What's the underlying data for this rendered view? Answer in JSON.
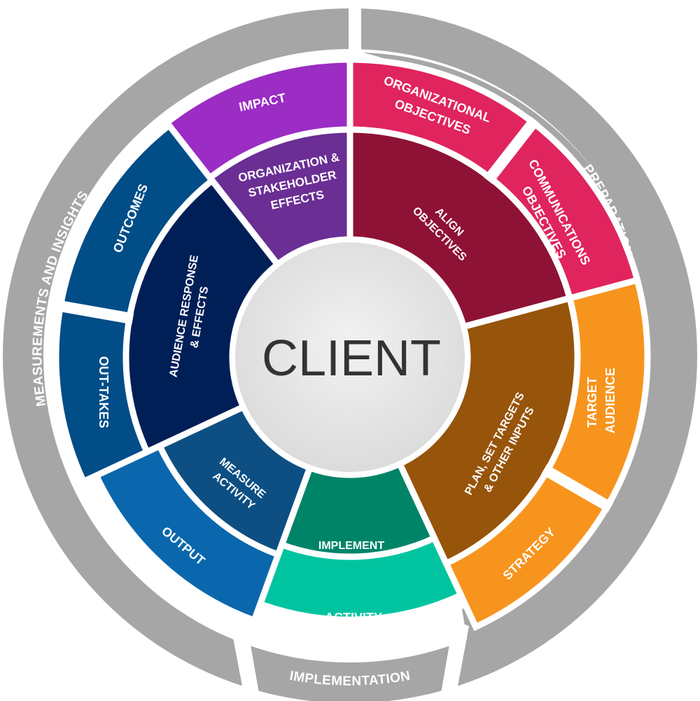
{
  "center": {
    "label": "CLIENT"
  },
  "phases": [
    {
      "id": "preparation",
      "label": "PREPARATION",
      "color": "#a6a6a6"
    },
    {
      "id": "implementation",
      "label": "IMPLEMENTATION",
      "color": "#a6a6a6"
    },
    {
      "id": "measurements",
      "label": "MEASUREMENTS AND INSIGHTS",
      "color": "#a6a6a6"
    }
  ],
  "segments": [
    {
      "id": "impact",
      "outer_label": [
        "IMPACT"
      ],
      "inner_label": [
        "ORGANIZATION &",
        "STAKEHOLDER",
        "EFFECTS"
      ],
      "outer_color": "#9b2cc4",
      "inner_color": "#6a2e94"
    },
    {
      "id": "align",
      "outer_label": [
        "ORGANIZATIONAL",
        "OBJECTIVES"
      ],
      "outer_label_2": [
        "COMMUNICATIONS",
        "OBJECTIVES"
      ],
      "inner_label": [
        "ALIGN",
        "OBJECTIVES"
      ],
      "outer_color": "#e0245e",
      "inner_color": "#8e1235"
    },
    {
      "id": "plan",
      "outer_label": [
        "TARGET",
        "AUDIENCE"
      ],
      "outer_label_2": [
        "STRATEGY"
      ],
      "inner_label": [
        "PLAN, SET TARGETS",
        "& OTHER INPUTS"
      ],
      "outer_color": "#f7941d",
      "inner_color": "#97540b"
    },
    {
      "id": "implement",
      "outer_label": [
        "ACTIVITY"
      ],
      "inner_label": [
        "IMPLEMENT"
      ],
      "outer_color": "#00c4a0",
      "inner_color": "#008468"
    },
    {
      "id": "measure",
      "outer_label": [
        "OUTPUT"
      ],
      "inner_label": [
        "MEASURE",
        "ACTIVITY"
      ],
      "outer_color": "#0a67ad",
      "inner_color": "#0d4f83"
    },
    {
      "id": "audience",
      "outer_label": [
        "OUTCOMES"
      ],
      "outer_label_2": [
        "OUT-TAKES"
      ],
      "inner_label": [
        "AUDIENCE RESPONSE",
        "& EFFECTS"
      ],
      "outer_color": "#004d87",
      "inner_color": "#011f57"
    }
  ]
}
